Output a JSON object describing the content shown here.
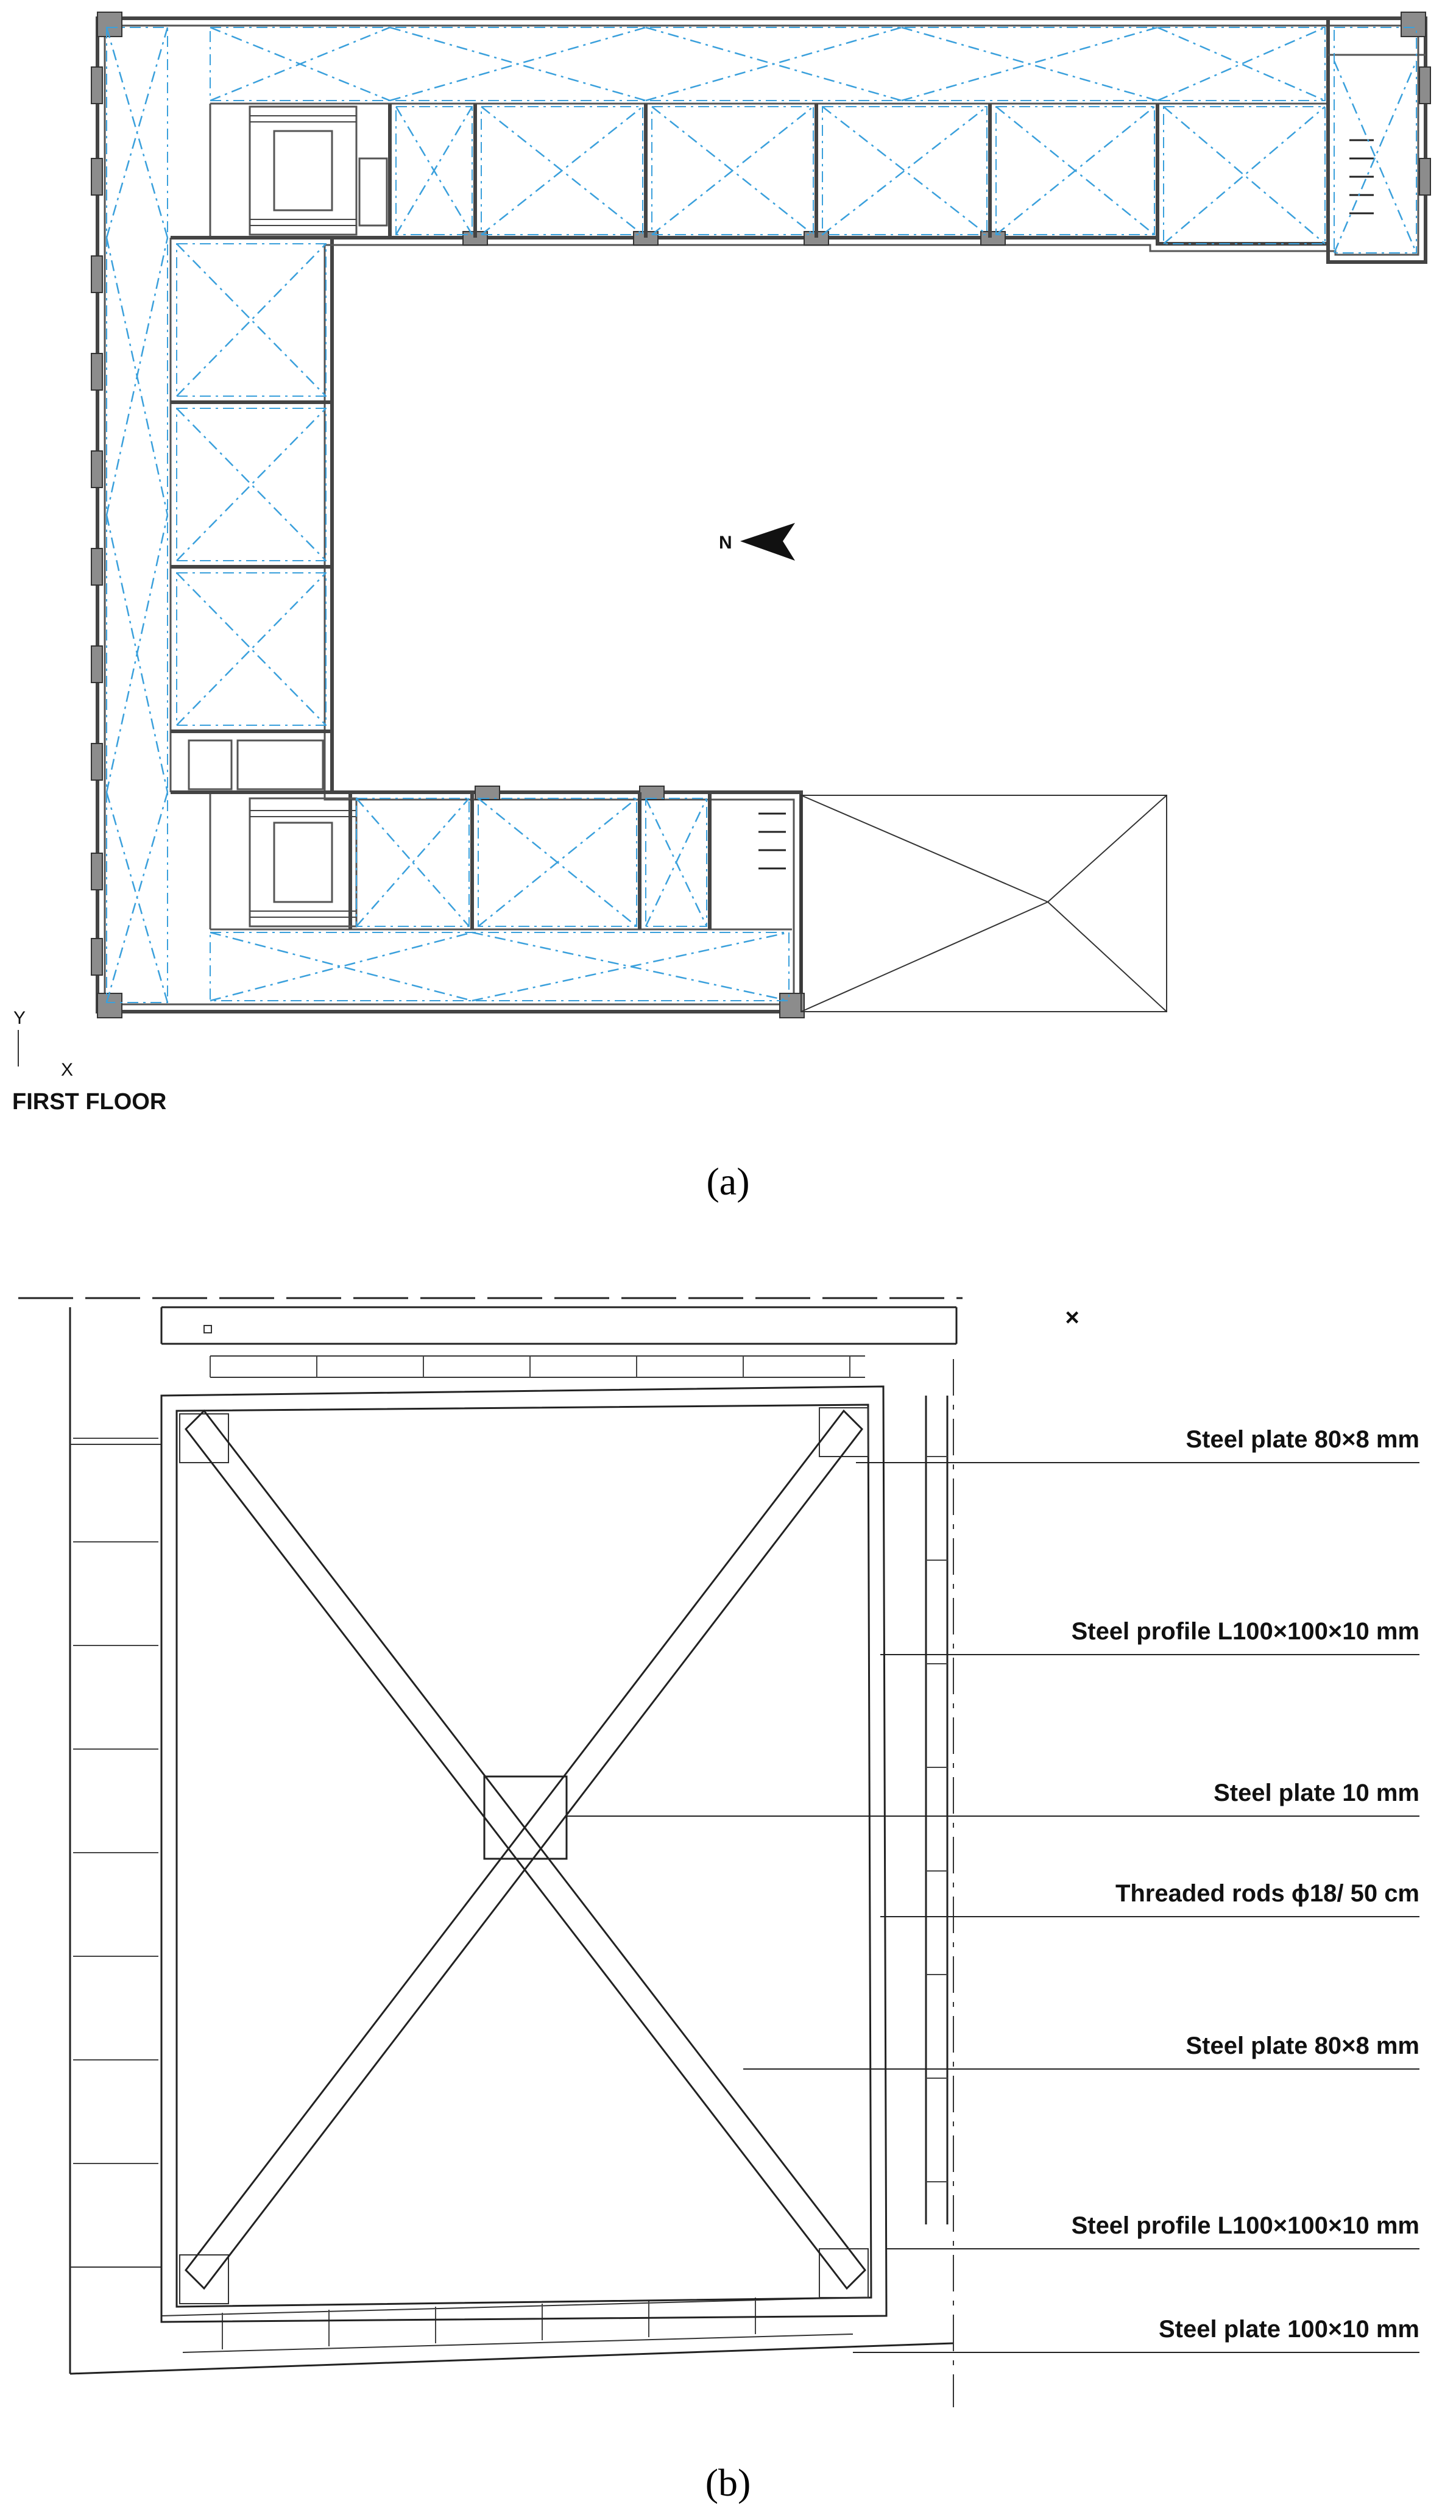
{
  "plan": {
    "north_label": "N",
    "axis_y": "Y",
    "axis_x": "X",
    "floor_title": "FIRST FLOOR",
    "caption": "(a)"
  },
  "detail": {
    "marker": "×",
    "caption": "(b)",
    "annotations": [
      "Steel plate 80×8 mm",
      "Steel profile L100×100×10 mm",
      "Steel plate 10 mm",
      "Threaded rods ϕ18/ 50 cm",
      "Steel plate 80×8 mm",
      "Steel profile L100×100×10 mm",
      "Steel plate 100×10 mm"
    ]
  },
  "colors": {
    "vault_lines": "#3aa0dc",
    "walls": "#444444",
    "piers": "#8c8c8c"
  }
}
